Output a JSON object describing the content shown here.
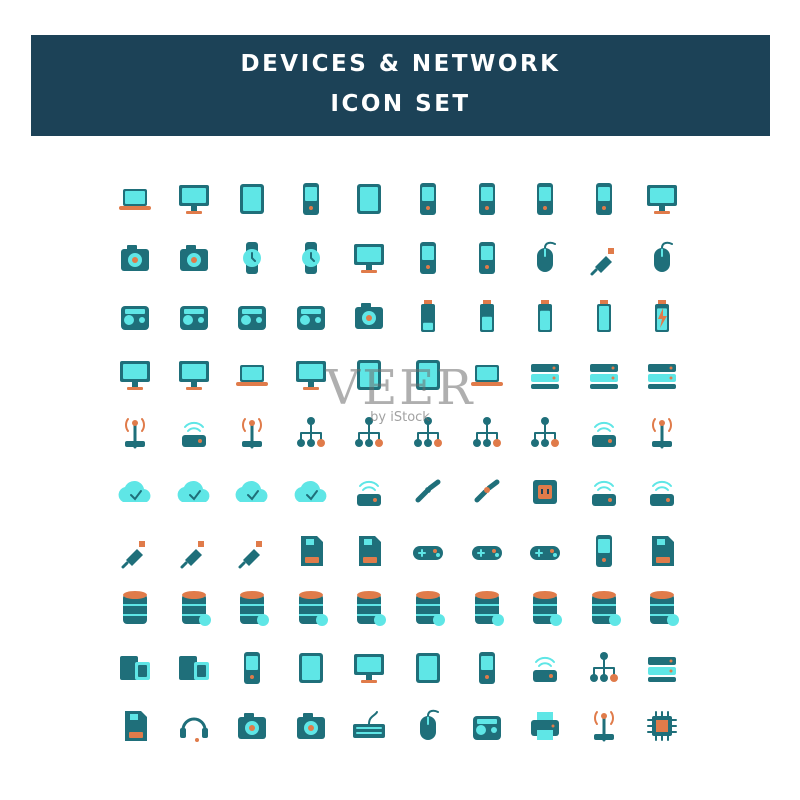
{
  "banner": {
    "line1": "DEVICES & NETWORK",
    "line2": "ICON SET"
  },
  "watermark": {
    "brand": "VEER",
    "sub": "by iStock"
  },
  "colors": {
    "banner": "#1c4257",
    "teal": "#1f6f7a",
    "aqua": "#5fe6e6",
    "orange": "#e07b4a",
    "dark": "#1c4257"
  },
  "icons": [
    [
      "laptop",
      "monitor",
      "tablet",
      "smartphone",
      "tablet-landscape",
      "mobile-phone",
      "feature-phone",
      "keypad-phone",
      "small-phone",
      "tv"
    ],
    [
      "camera",
      "camera-lens",
      "smartwatch",
      "smartwatch-round",
      "desktop-monitor",
      "mp3-player",
      "media-player-earphones",
      "computer-mouse-cable",
      "usb-stick",
      "mouse"
    ],
    [
      "boombox",
      "radio",
      "retro-radio",
      "radio-dial",
      "instant-camera",
      "battery-low",
      "battery-half",
      "battery-high",
      "battery-full",
      "battery-charging"
    ],
    [
      "computer",
      "desktop-computer",
      "laptop-open",
      "monitor-blank",
      "tablet-wifi",
      "tablet-wifi-landscape",
      "laptop-wifi",
      "hard-drive",
      "server-stack",
      "server-rack"
    ],
    [
      "router-antenna",
      "wifi-router",
      "router-signal",
      "network-branch",
      "network-hierarchy",
      "network-tree",
      "network-diagram",
      "network-connection",
      "wifi-tower",
      "antenna"
    ],
    [
      "cloud-error",
      "cloud-check",
      "cloud-upload",
      "cloud-download",
      "wifi-signal",
      "link",
      "broken-link",
      "power-socket",
      "wifi-hub",
      "wifi-device"
    ],
    [
      "power-plug",
      "usb-cable",
      "plug-cable",
      "sd-card",
      "memory-card",
      "game-controller",
      "gamepad-wired",
      "joystick",
      "handheld-console",
      "sim-card"
    ],
    [
      "database",
      "database-network",
      "database-sync",
      "database-lock",
      "database-secure",
      "database-delete",
      "database-upload",
      "database-download",
      "database-remove",
      "database-check"
    ],
    [
      "device-sync",
      "device-transfer",
      "phone-landscape",
      "tablet-devices",
      "computer-devices",
      "tablet-touch",
      "ipod",
      "wifi-modem",
      "network-switch",
      "modem"
    ],
    [
      "floppy-disk",
      "headset",
      "camcorder",
      "photo-camera",
      "keyboard",
      "computer-mouse",
      "speaker",
      "printer",
      "pc-tower",
      "cpu-chip"
    ]
  ]
}
